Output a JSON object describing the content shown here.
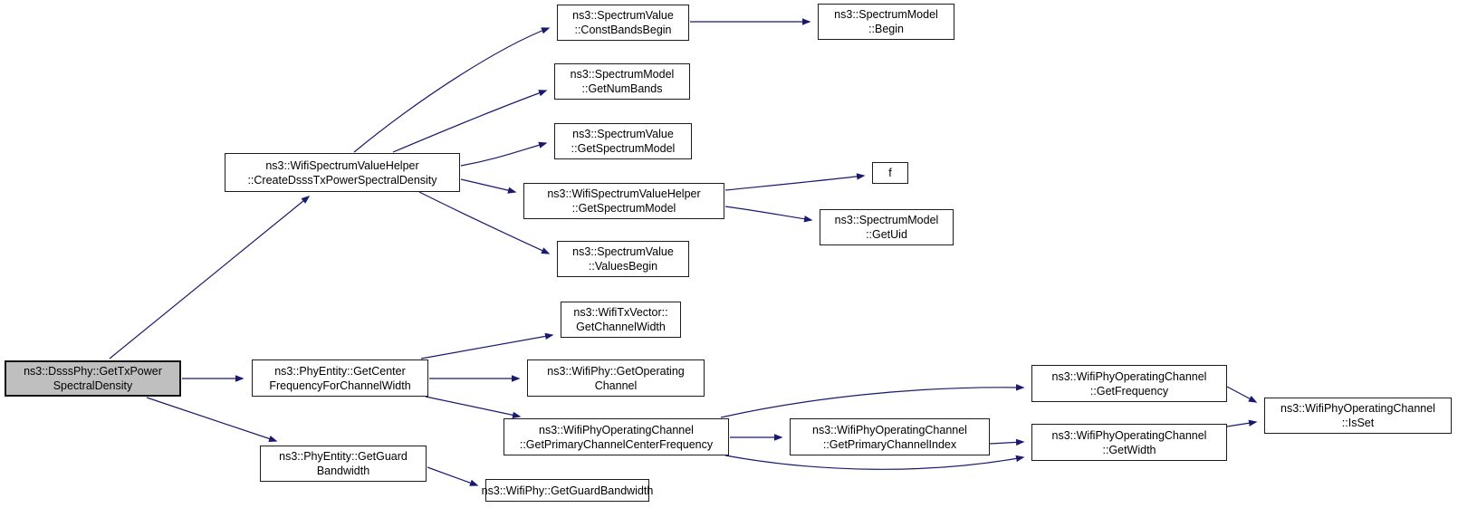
{
  "diagram": {
    "kind": "doxygen-call-graph",
    "root_function": "ns3::DsssPhy::GetTxPowerSpectralDensity",
    "colors": {
      "background": "#ffffff",
      "edge": "#191970",
      "node_fill": "#ffffff",
      "node_border": "#1c1c1c",
      "root_fill": "#bfbfbf",
      "text": "#000000"
    }
  },
  "nodes": {
    "get_tx_power_spectral_density": {
      "line1": "ns3::DsssPhy::GetTxPower",
      "line2": "SpectralDensity"
    },
    "create_dsss_tx_power_spectral_density": {
      "line1": "ns3::WifiSpectrumValueHelper",
      "line2": "::CreateDsssTxPowerSpectralDensity"
    },
    "const_bands_begin": {
      "line1": "ns3::SpectrumValue",
      "line2": "::ConstBandsBegin"
    },
    "spectrum_model_begin": {
      "line1": "ns3::SpectrumModel",
      "line2": "::Begin"
    },
    "get_num_bands": {
      "line1": "ns3::SpectrumModel",
      "line2": "::GetNumBands"
    },
    "spectrum_value_get_spectrum_model": {
      "line1": "ns3::SpectrumValue",
      "line2": "::GetSpectrumModel"
    },
    "helper_get_spectrum_model": {
      "line1": "ns3::WifiSpectrumValueHelper",
      "line2": "::GetSpectrumModel"
    },
    "f": {
      "line1": "f"
    },
    "get_uid": {
      "line1": "ns3::SpectrumModel",
      "line2": "::GetUid"
    },
    "values_begin": {
      "line1": "ns3::SpectrumValue",
      "line2": "::ValuesBegin"
    },
    "get_center_frequency_for_channel_width": {
      "line1": "ns3::PhyEntity::GetCenter",
      "line2": "FrequencyForChannelWidth"
    },
    "wifi_tx_vector_get_channel_width": {
      "line1": "ns3::WifiTxVector::",
      "line2": "GetChannelWidth"
    },
    "get_operating_channel": {
      "line1": "ns3::WifiPhy::GetOperating",
      "line2": "Channel"
    },
    "get_primary_channel_center_frequency": {
      "line1": "ns3::WifiPhyOperatingChannel",
      "line2": "::GetPrimaryChannelCenterFrequency"
    },
    "phy_entity_get_guard_bandwidth": {
      "line1": "ns3::PhyEntity::GetGuard",
      "line2": "Bandwidth"
    },
    "wifi_phy_get_guard_bandwidth": {
      "line1": "ns3::WifiPhy::GetGuardBandwidth"
    },
    "get_primary_channel_index": {
      "line1": "ns3::WifiPhyOperatingChannel",
      "line2": "::GetPrimaryChannelIndex"
    },
    "get_frequency": {
      "line1": "ns3::WifiPhyOperatingChannel",
      "line2": "::GetFrequency"
    },
    "get_width": {
      "line1": "ns3::WifiPhyOperatingChannel",
      "line2": "::GetWidth"
    },
    "is_set": {
      "line1": "ns3::WifiPhyOperatingChannel",
      "line2": "::IsSet"
    }
  },
  "edges": [
    {
      "from": "get_tx_power_spectral_density",
      "to": "create_dsss_tx_power_spectral_density"
    },
    {
      "from": "get_tx_power_spectral_density",
      "to": "get_center_frequency_for_channel_width"
    },
    {
      "from": "get_tx_power_spectral_density",
      "to": "phy_entity_get_guard_bandwidth"
    },
    {
      "from": "create_dsss_tx_power_spectral_density",
      "to": "const_bands_begin"
    },
    {
      "from": "create_dsss_tx_power_spectral_density",
      "to": "get_num_bands"
    },
    {
      "from": "create_dsss_tx_power_spectral_density",
      "to": "spectrum_value_get_spectrum_model"
    },
    {
      "from": "create_dsss_tx_power_spectral_density",
      "to": "helper_get_spectrum_model"
    },
    {
      "from": "create_dsss_tx_power_spectral_density",
      "to": "values_begin"
    },
    {
      "from": "const_bands_begin",
      "to": "spectrum_model_begin"
    },
    {
      "from": "helper_get_spectrum_model",
      "to": "f"
    },
    {
      "from": "helper_get_spectrum_model",
      "to": "get_uid"
    },
    {
      "from": "get_center_frequency_for_channel_width",
      "to": "wifi_tx_vector_get_channel_width"
    },
    {
      "from": "get_center_frequency_for_channel_width",
      "to": "get_operating_channel"
    },
    {
      "from": "get_center_frequency_for_channel_width",
      "to": "get_primary_channel_center_frequency"
    },
    {
      "from": "get_primary_channel_center_frequency",
      "to": "get_frequency"
    },
    {
      "from": "get_primary_channel_center_frequency",
      "to": "get_primary_channel_index"
    },
    {
      "from": "get_primary_channel_center_frequency",
      "to": "get_width"
    },
    {
      "from": "get_primary_channel_index",
      "to": "get_width"
    },
    {
      "from": "get_frequency",
      "to": "is_set"
    },
    {
      "from": "get_width",
      "to": "is_set"
    },
    {
      "from": "phy_entity_get_guard_bandwidth",
      "to": "wifi_phy_get_guard_bandwidth"
    }
  ]
}
